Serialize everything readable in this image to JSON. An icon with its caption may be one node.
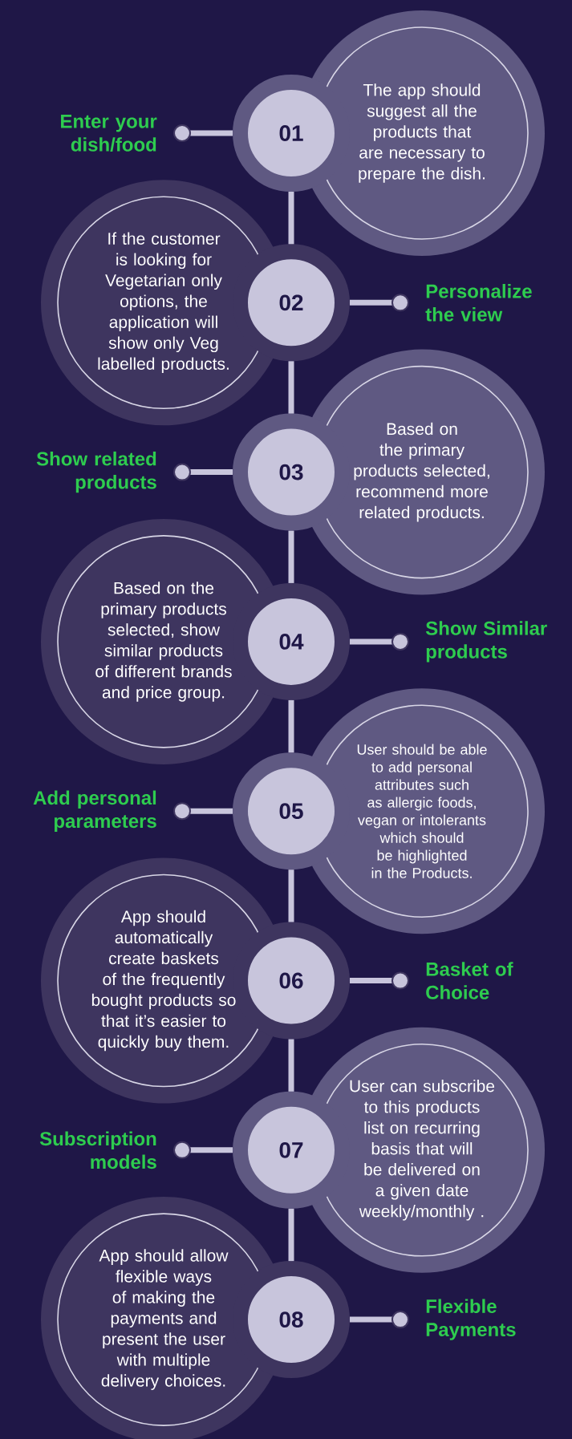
{
  "diagram": {
    "nodes": [
      {
        "text": [
          "Enter your dish/food"
        ]
      },
      {
        "text": [
          "01"
        ]
      },
      {
        "text": [
          "The app should suggest all the products that are necessary to prepare the dish."
        ]
      },
      {
        "text": [
          "Personalize the view"
        ]
      },
      {
        "text": [
          "02"
        ]
      },
      {
        "text": [
          "If the customer is looking for Vegetarian only options, the application will show only Veg labelled products."
        ]
      },
      {
        "text": [
          "Show related products"
        ]
      },
      {
        "text": [
          "03"
        ]
      },
      {
        "text": [
          "Based on the primary products selected, recommend more related products."
        ]
      },
      {
        "text": [
          "Show Similar products"
        ]
      },
      {
        "text": [
          "04"
        ]
      },
      {
        "text": [
          "Based on the primary products selected, show similar products of different brands and price group."
        ]
      },
      {
        "text": [
          "Add personal parameters"
        ]
      },
      {
        "text": [
          "05"
        ]
      },
      {
        "text": [
          "User should be able to add personal attributes such as allergic foods, vegan or intolerants which should be highlighted in the Products."
        ]
      },
      {
        "text": [
          "Basket of Choice"
        ]
      },
      {
        "text": [
          "06"
        ]
      },
      {
        "text": [
          "App should automatically create baskets of the frequently bought products so that it’s easier to quickly buy them."
        ]
      },
      {
        "text": [
          "Subscription models"
        ]
      },
      {
        "text": [
          "07"
        ]
      },
      {
        "text": [
          "User can subscribe to this products list on recurring basis that will be delivered on a given date weekly/monthly ."
        ]
      },
      {
        "text": [
          "Flexible Payments"
        ]
      },
      {
        "text": [
          "08"
        ]
      },
      {
        "text": [
          "App should allow flexible ways of making the payments and present the user with multiple delivery choices."
        ]
      }
    ],
    "edges": [
      {
        "from": 0,
        "to": 1,
        "arrow": "other"
      },
      {
        "from": 3,
        "to": 4,
        "arrow": "other"
      },
      {
        "from": 6,
        "to": 7,
        "arrow": "other"
      },
      {
        "from": 9,
        "to": 10,
        "arrow": "other"
      },
      {
        "from": 12,
        "to": 13,
        "arrow": "other"
      },
      {
        "from": 15,
        "to": 16,
        "arrow": "other"
      },
      {
        "from": 18,
        "to": 19,
        "arrow": "other"
      },
      {
        "from": 21,
        "to": 22,
        "arrow": "other"
      },
      {
        "from": 1,
        "to": 4,
        "arrow": "none"
      },
      {
        "from": 4,
        "to": 7,
        "arrow": "none"
      },
      {
        "from": 7,
        "to": 10,
        "arrow": "none"
      },
      {
        "from": 10,
        "to": 13,
        "arrow": "none"
      },
      {
        "from": 13,
        "to": 16,
        "arrow": "none"
      },
      {
        "from": 16,
        "to": 19,
        "arrow": "none"
      },
      {
        "from": 19,
        "to": 22,
        "arrow": "none"
      }
    ]
  }
}
